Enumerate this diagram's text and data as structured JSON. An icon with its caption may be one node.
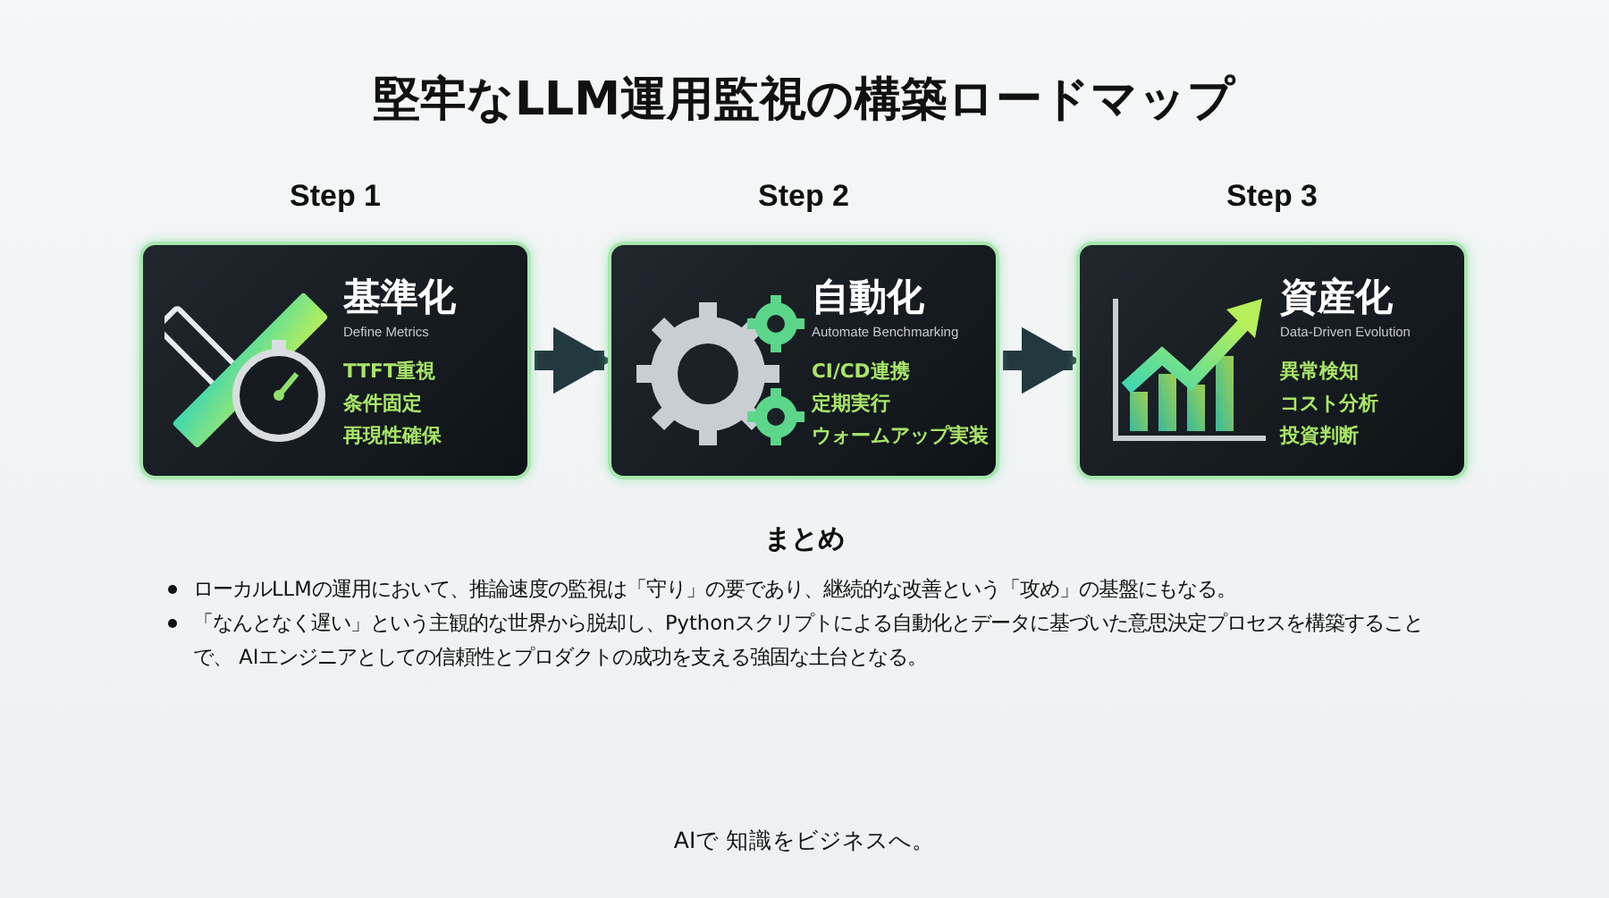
{
  "diagram": {
    "title": "堅牢なLLM運用監視の構築ロードマップ",
    "nodes": [
      {
        "text": [
          "Step 1",
          "基準化",
          "Define Metrics",
          "TTFT重視",
          "条件固定",
          "再現性確保"
        ]
      },
      {
        "text": [
          "Step 2",
          "自動化",
          "Automate Benchmarking",
          "CI/CD連携",
          "定期実行",
          "ウォームアップ実装"
        ]
      },
      {
        "text": [
          "Step 3",
          "資産化",
          "Data-Driven Evolution",
          "異常検知",
          "コスト分析",
          "投資判断"
        ]
      }
    ],
    "edges": [
      {
        "from": 0,
        "to": 1,
        "arrow": "to"
      },
      {
        "from": 1,
        "to": 2,
        "arrow": "to"
      }
    ],
    "labels": [
      "まとめ",
      "ローカルLLMの運用において、推論速度の監視は「守り」の要であり、継続的な改善という「攻め」の基盤にもなる。",
      "「なんとなく遅い」という主観的な世界から脱却し、Pythonスクリプトによる自動化とデータに基づいた意思決定プロセスを構築することで、 AIエンジニアとしての信頼性とプロダクトの成功を支える強固な土台となる。",
      "AIで 知識をビジネスへ。"
    ]
  }
}
